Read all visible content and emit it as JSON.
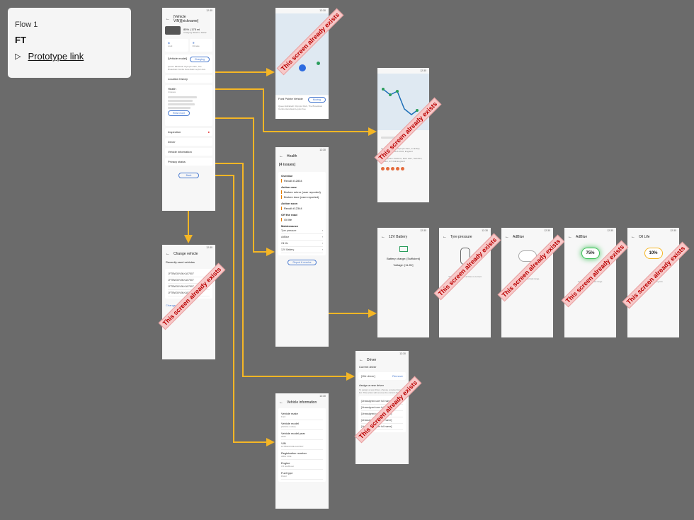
{
  "info": {
    "flow": "Flow 1",
    "ft": "FT",
    "prototype_link": "Prototype link"
  },
  "stamp_text": "This screen already exists",
  "vehicle": {
    "title": "[Vehicle VIN]/[nickname]",
    "battery": "85% | 175 mi",
    "charging": "Charging 80kW to 62kW",
    "lock": "Lock",
    "climate": "Climate",
    "model_label": "[Vehicle model]",
    "model_status": "Charging",
    "address": "Queen Elizabeth Olympic Park, The Broadcast Centre Here East Leyton Ave",
    "location_history": "Location history",
    "health": "Health",
    "health_sub": "4 issues",
    "read_more": "Read more",
    "inspection": "Inspection",
    "driver": "Driver",
    "vehicle_information": "Vehicle information",
    "privacy_status": "Privacy status",
    "bottom_button": "Back"
  },
  "map1": {
    "place": "Ford Pointe Vehicle",
    "status": "Moving",
    "address": "Queen Elizabeth Olympic Park, The Broadcast Centre Here East Leyton Ave"
  },
  "map2": {
    "addr1": "Queen Elizabeth Olympic Park, 14 E Bay Lane, London E15 2GW, England",
    "addr2": "101 Bayham Gardens, East Ham, Newham, London, E7 3AE England"
  },
  "health": {
    "title": "Health",
    "issues": "[4 issues]",
    "overdue": "Overdue",
    "recall1": "Recall #12834",
    "action_now": "Action now",
    "broken_mirror": "Broken mirror (user reported)",
    "broken_door": "Broken door (user reported)",
    "action_soon": "Action soon",
    "recall2": "Recall #12344",
    "off_the_road": "Off the road",
    "oil_life": "Oil life",
    "maintenance": "Maintenance",
    "tyre": "Tyre pressure",
    "adblue": "AdBlue",
    "oil_life2": "Oil life",
    "battery12": "12V Battery",
    "report_button": "Report & resolve"
  },
  "battery": {
    "title": "12V Battery",
    "charge": "Battery charge: [Sufficient]",
    "voltage": "Voltage: [11.8V]"
  },
  "tyre": {
    "title": "Tyre pressure",
    "msg": "The pressures on all tires is correct"
  },
  "adblue1": {
    "title": "AdBlue",
    "msg": "AdBlue is in normal range."
  },
  "adblue2": {
    "title": "AdBlue",
    "value": "75%",
    "msg": "AdBlue is in normal range."
  },
  "oillife": {
    "title": "Oil Life",
    "value": "10%",
    "msg": "Oil life is getting low"
  },
  "change": {
    "title": "Change vehicle",
    "section": "Recently used vehicles",
    "vin": "1FTBW3XV9LKA07507",
    "change_link": "Change vehicle"
  },
  "driver": {
    "title": "Driver",
    "current": "Current driver",
    "name": "[Old driver]",
    "remove": "Remove",
    "assign": "Assign a new driver",
    "assign_text": "To assign a new driver, choose a name from the list. This action will remove the current driver.",
    "unassigned": "[Unassigned user full name]"
  },
  "vinfo": {
    "title": "Vehicle information",
    "rows": [
      {
        "label": "Vehicle make",
        "value": "Ford"
      },
      {
        "label": "Vehicle model",
        "value": "[Vehicle model]"
      },
      {
        "label": "Vehicle model year",
        "value": "2022"
      },
      {
        "label": "VIN",
        "value": "1FTBW3XV9LKA07507"
      },
      {
        "label": "Registration number",
        "value": "AB12 CDE"
      },
      {
        "label": "Engine",
        "value": "3.5 EcoBoost"
      },
      {
        "label": "Fuel type",
        "value": "Petrol"
      }
    ]
  },
  "colors": {
    "arrow": "#f5b625",
    "stamp_bg": "#f7c9c9",
    "stamp_text": "#b00000",
    "background": "#6b6b6b"
  }
}
